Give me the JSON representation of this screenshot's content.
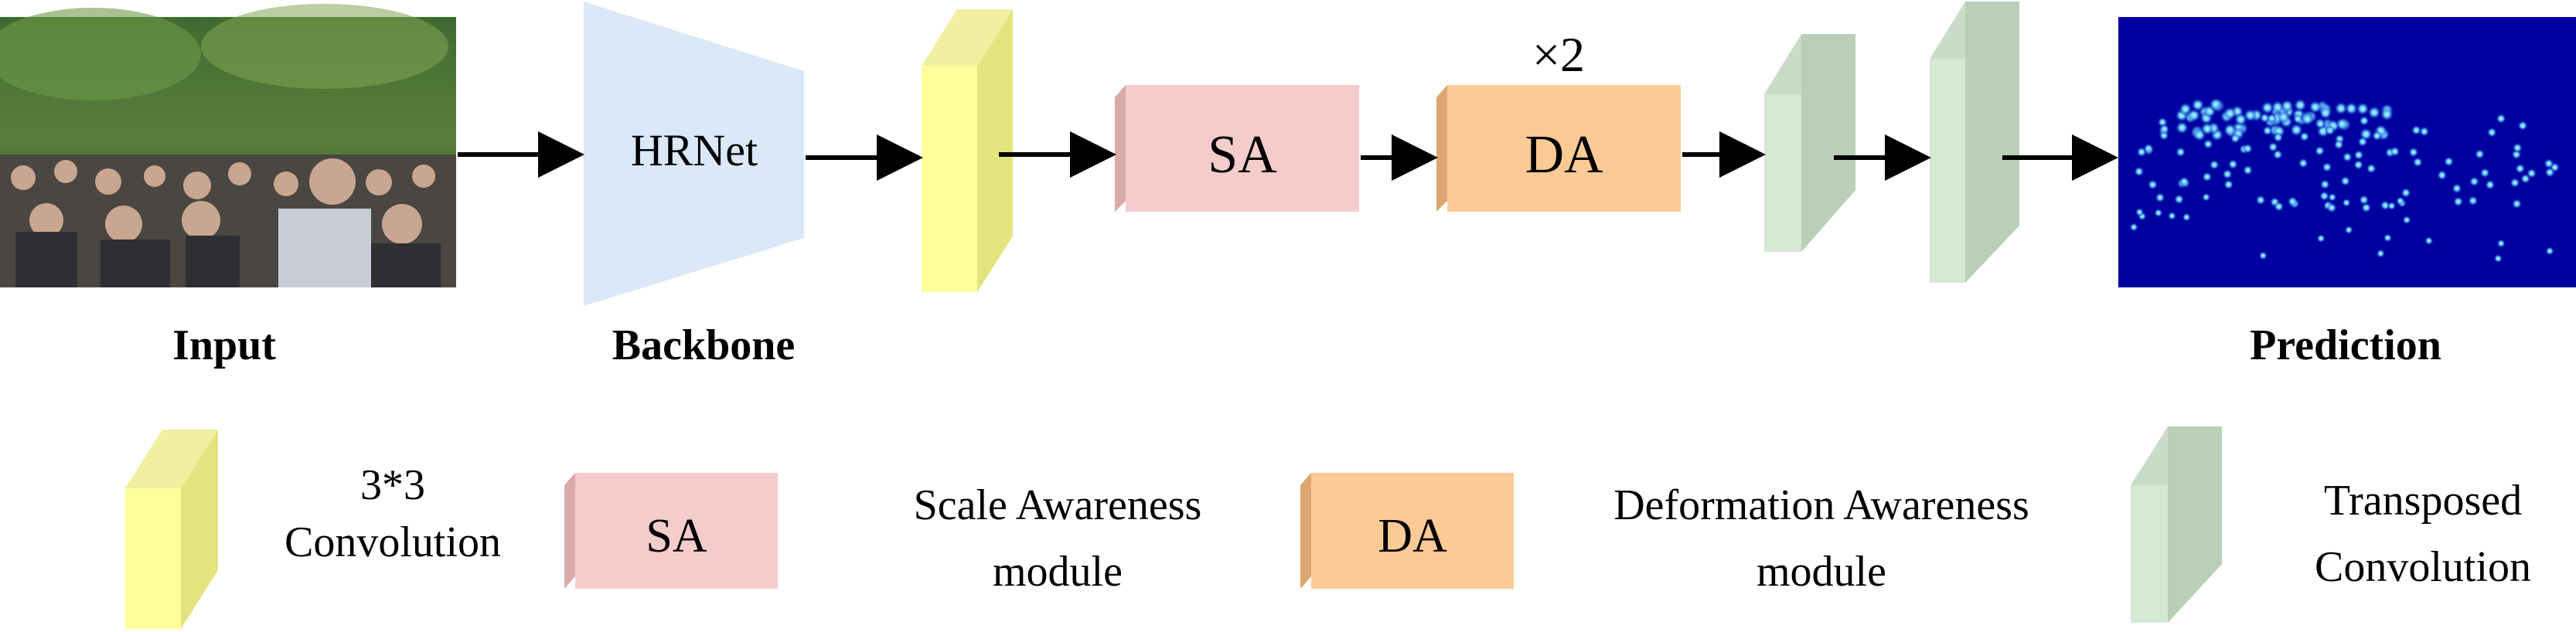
{
  "pipeline": {
    "input_label": "Input",
    "backbone_label": "Backbone",
    "prediction_label": "Prediction",
    "hrnet_text": "HRNet",
    "sa_text": "SA",
    "da_text": "DA",
    "repeat_text": "×2"
  },
  "legend": {
    "conv3_line1": "3*3",
    "conv3_line2": "Convolution",
    "sa_box": "SA",
    "sa_line1": "Scale Awareness",
    "sa_line2": "module",
    "da_box": "DA",
    "da_line1": "Deformation Awareness",
    "da_line2": "module",
    "tconv_line1": "Transposed",
    "tconv_line2": "Convolution"
  },
  "colors": {
    "hrnet_fill": "#dae8f8",
    "conv_front": "#ffff99",
    "conv_side": "#e4e47e",
    "sa_front": "#f4cccc",
    "sa_side": "#d9aaaa",
    "da_front": "#fccb95",
    "da_side": "#dca572",
    "tconv_front": "#d5e8d4",
    "tconv_side": "#b9cfb8",
    "prediction_bg": "#0000a0",
    "dot_color": "#7fd7ff"
  }
}
